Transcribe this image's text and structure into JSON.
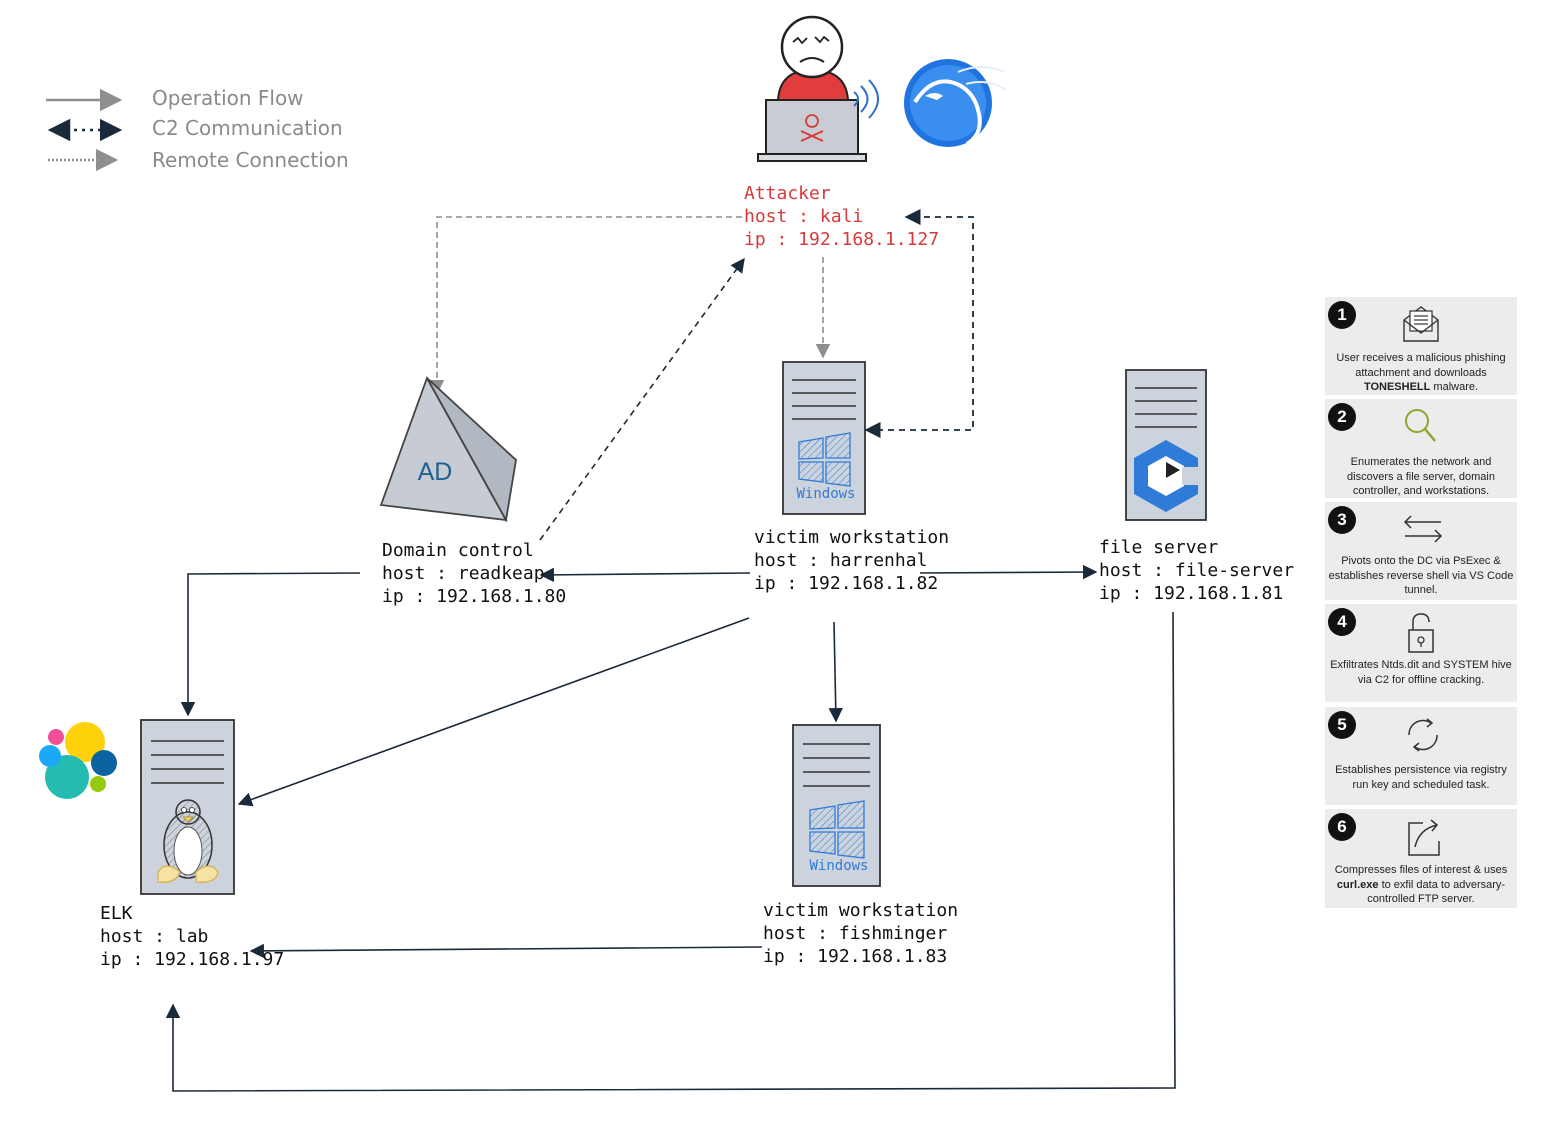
{
  "legend": [
    {
      "label": "Operation Flow"
    },
    {
      "label": "C2 Communication"
    },
    {
      "label": "Remote Connection"
    }
  ],
  "nodes": {
    "attacker": {
      "role": "Attacker",
      "host": "host : kali",
      "ip": "ip : 192.168.1.127"
    },
    "domain_controller": {
      "role": "Domain control",
      "host": "host : readkeap",
      "ip": "ip : 192.168.1.80",
      "badge": "AD"
    },
    "victim_harrenhal": {
      "role": "victim workstation",
      "host": "host : harrenhal",
      "ip": "ip : 192.168.1.82",
      "os_badge": "Windows"
    },
    "file_server": {
      "role": "file server",
      "host": "host : file-server",
      "ip": "ip : 192.168.1.81"
    },
    "elk": {
      "role": "ELK",
      "host": "host : lab",
      "ip": "ip : 192.168.1.97"
    },
    "victim_fishminger": {
      "role": "victim workstation",
      "host": "host : fishminger",
      "ip": "ip : 192.168.1.83",
      "os_badge": "Windows"
    }
  },
  "steps": [
    {
      "number": "1",
      "icon": "envelope-icon",
      "text_before": "User receives a malicious phishing attachment and downloads ",
      "text_bold": "TONESHELL",
      "text_after": " malware."
    },
    {
      "number": "2",
      "icon": "magnifier-icon",
      "text_before": "Enumerates the network and discovers a file server, domain controller, and workstations.",
      "text_bold": "",
      "text_after": ""
    },
    {
      "number": "3",
      "icon": "swap-arrows-icon",
      "text_before": "Pivots onto the DC via PsExec & establishes reverse shell via VS Code tunnel.",
      "text_bold": "",
      "text_after": ""
    },
    {
      "number": "4",
      "icon": "unlocked-padlock-icon",
      "text_before": "Exfiltrates Ntds.dit and SYSTEM hive via C2 for offline cracking.",
      "text_bold": "",
      "text_after": ""
    },
    {
      "number": "5",
      "icon": "refresh-cycle-icon",
      "text_before": "Establishes persistence via registry run key and scheduled task.",
      "text_bold": "",
      "text_after": ""
    },
    {
      "number": "6",
      "icon": "share-export-icon",
      "text_before": "Compresses files of interest & uses ",
      "text_bold": "curl.exe",
      "text_after": " to exfil data to adversary-controlled FTP server."
    }
  ],
  "colors": {
    "operation_flow": "#1b2a3a",
    "c2": "#1b2a3a",
    "remote": "#8e8e8e",
    "attacker_text": "#d63a3a",
    "server_fill": "#cdd3dc",
    "windows_blue": "#2f7bd8",
    "step_bg": "#ececec"
  },
  "icons": [
    "angry-hacker-icon",
    "kali-dragon-icon",
    "ad-pyramid-icon",
    "windows-logo-icon",
    "linux-tux-icon",
    "elastic-logo-icon",
    "file-server-logo-icon",
    "wifi-signal-icon"
  ]
}
